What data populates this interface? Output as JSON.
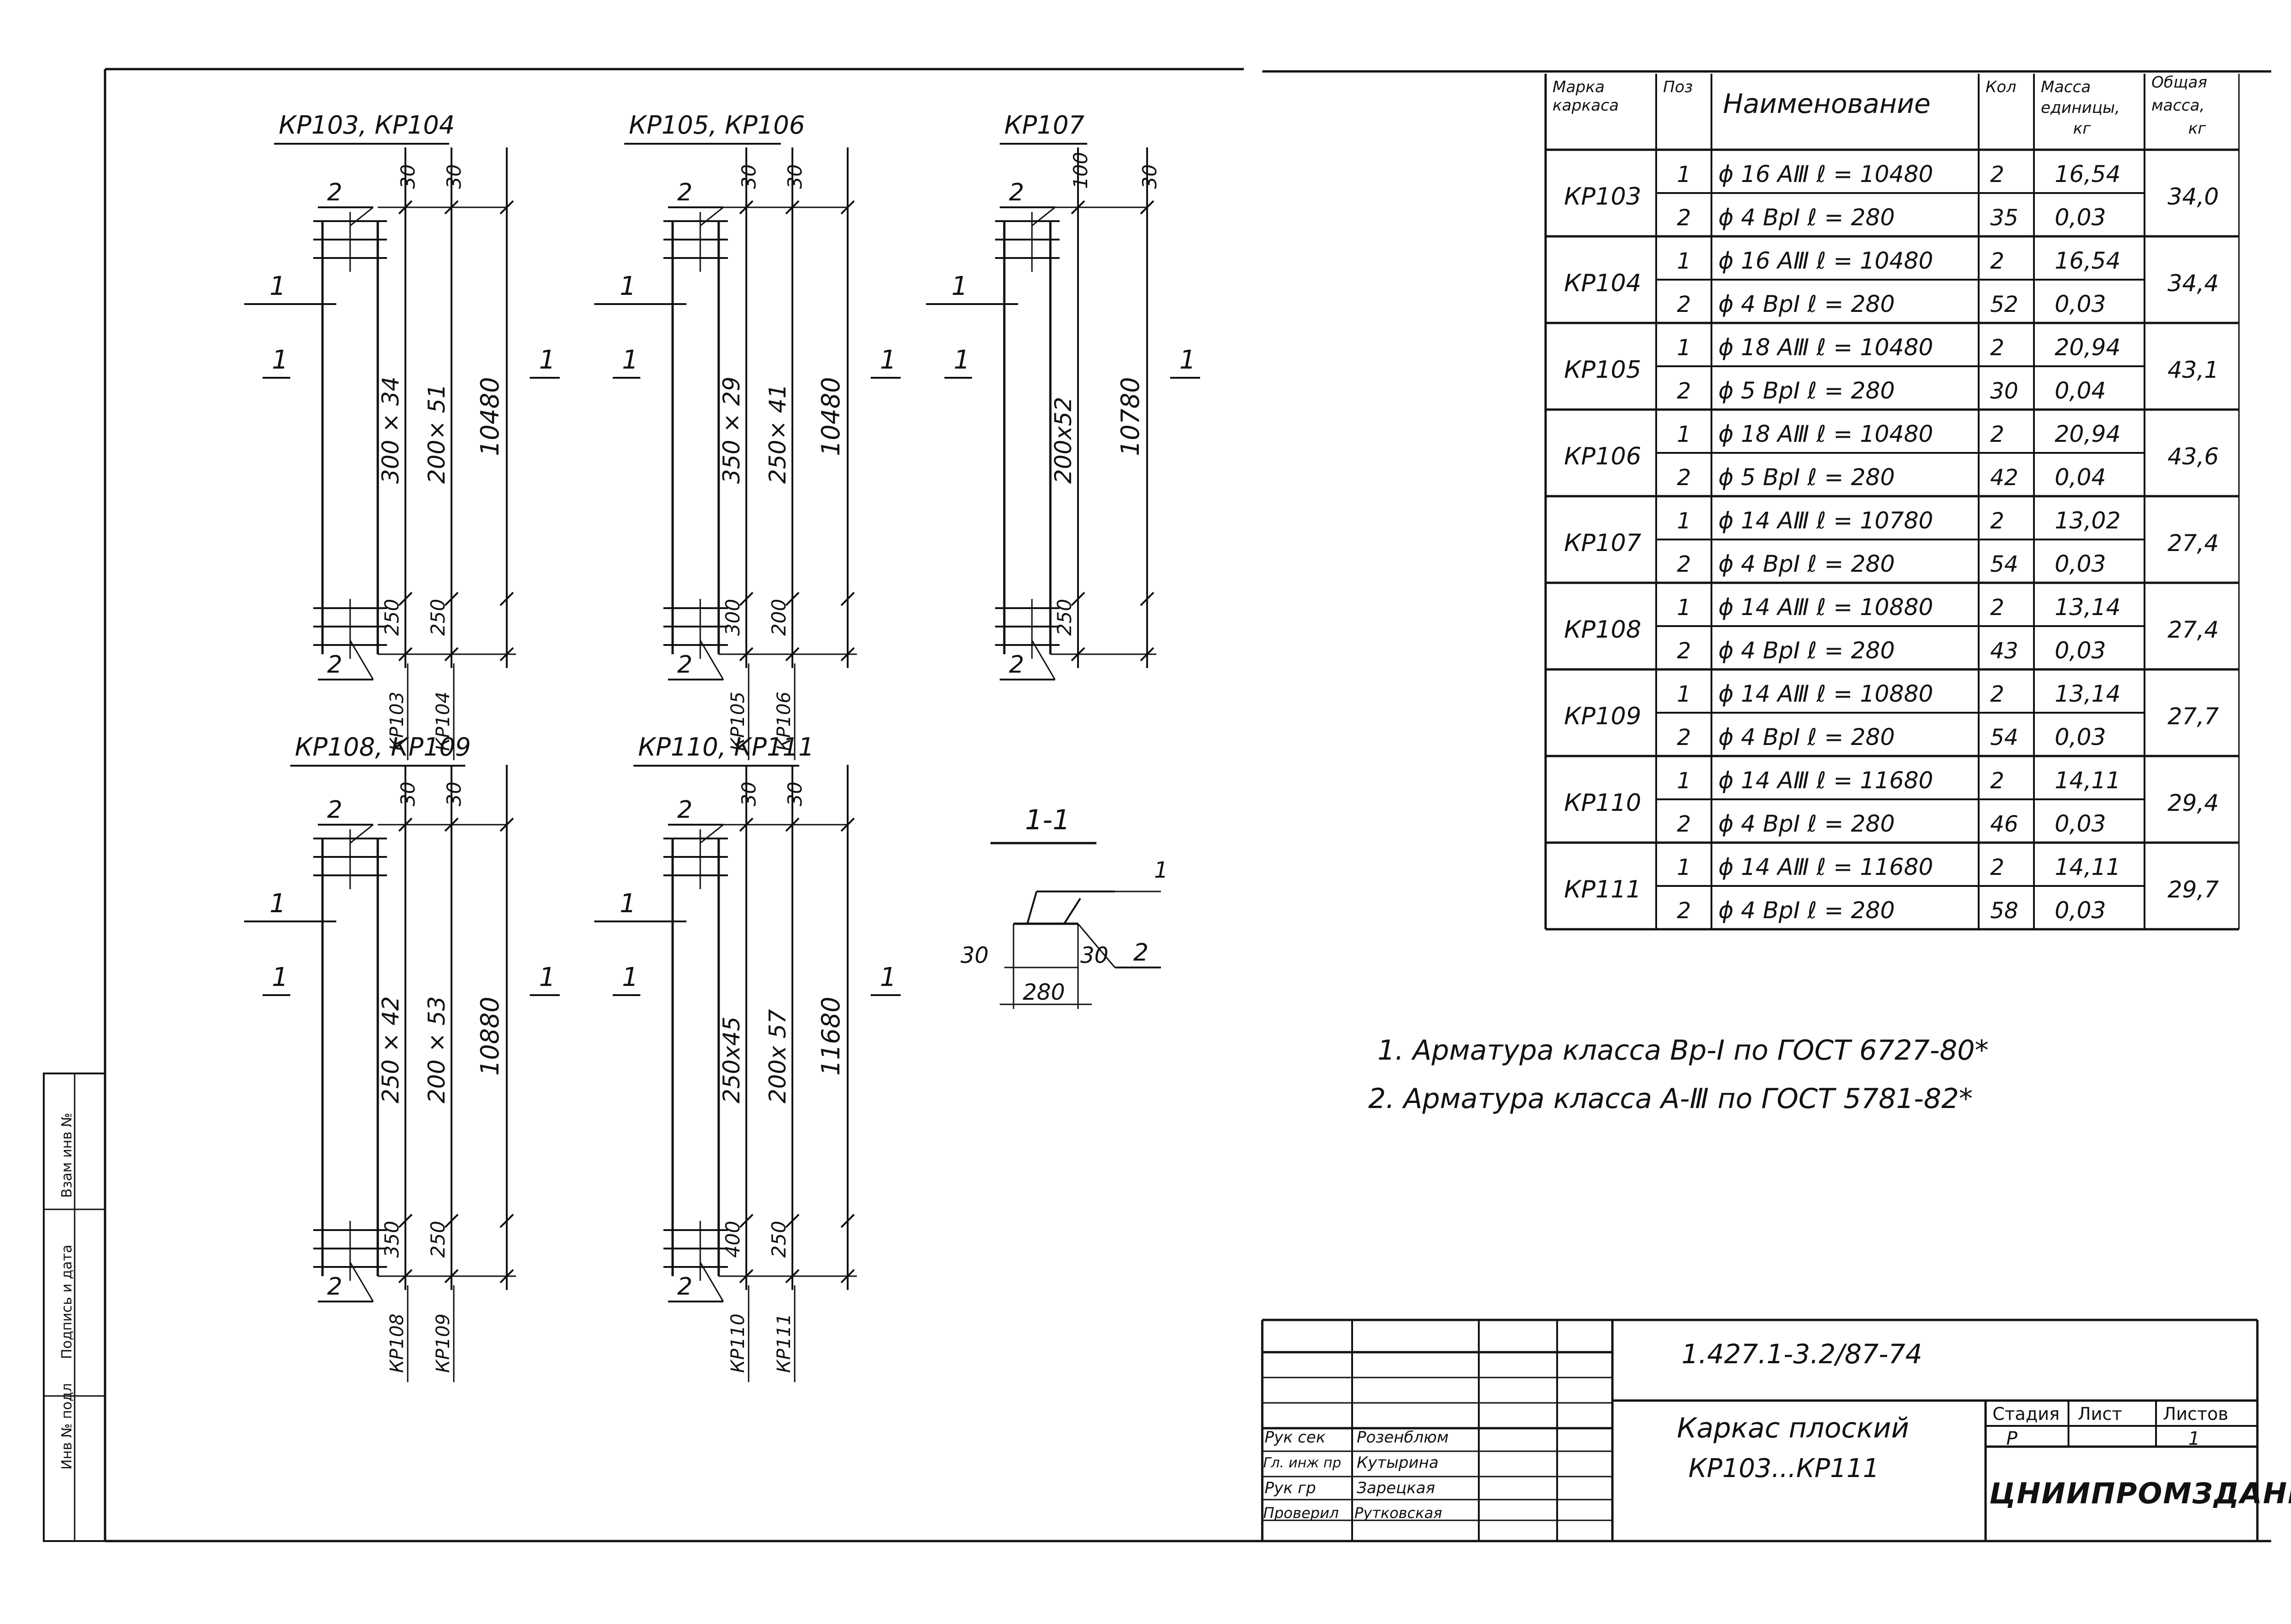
{
  "frame_labels": {
    "inv_podl": "Инв № подл",
    "podpis_data": "Подпись и дата",
    "vzam_inv": "Взам инв №"
  },
  "diagrams": [
    {
      "title": "КР103, КР104",
      "pos2_top": "2",
      "pos1": "1",
      "sec1_left": "1",
      "sec1_right": "1",
      "pos2_bot": "2",
      "dims_top": [
        "30",
        "30"
      ],
      "dim_a": "300 × 34",
      "dim_b": "200× 51",
      "dim_total": "10480",
      "dim_a_end": "250",
      "dim_b_end": "250",
      "marks": [
        "КР103",
        "КР104"
      ]
    },
    {
      "title": "КР105, КР106",
      "pos2_top": "2",
      "pos1": "1",
      "sec1_left": "1",
      "sec1_right": "1",
      "pos2_bot": "2",
      "dims_top": [
        "30",
        "30"
      ],
      "dim_a": "350 × 29",
      "dim_b": "250× 41",
      "dim_total": "10480",
      "dim_a_end": "300",
      "dim_b_end": "200",
      "marks": [
        "КР105",
        "КР106"
      ]
    },
    {
      "title": "КР107",
      "pos2_top": "2",
      "pos1": "1",
      "sec1_left": "1",
      "sec1_right": "1",
      "pos2_bot": "2",
      "dims_top": [
        "100",
        "30"
      ],
      "dim_a": "200х52",
      "dim_total": "10780",
      "dim_a_end": "250"
    },
    {
      "title": "КР108, КР109",
      "pos2_top": "2",
      "pos1": "1",
      "sec1_left": "1",
      "sec1_right": "1",
      "pos2_bot": "2",
      "dims_top": [
        "30",
        "30"
      ],
      "dim_a": "250 × 42",
      "dim_b": "200 × 53",
      "dim_total": "10880",
      "dim_a_end": "350",
      "dim_b_end": "250",
      "marks": [
        "КР108",
        "КР109"
      ]
    },
    {
      "title": "КР110, КР111",
      "pos2_top": "2",
      "pos1": "1",
      "sec1_left": "1",
      "sec1_right": "1",
      "pos2_bot": "2",
      "dims_top": [
        "30",
        "30"
      ],
      "dim_a": "250х45",
      "dim_b": "200х 57",
      "dim_total": "11680",
      "dim_a_end": "400",
      "dim_b_end": "250",
      "marks": [
        "КР110",
        "КР111"
      ]
    }
  ],
  "section": {
    "title": "1-1",
    "pos1": "1",
    "pos2": "2",
    "dim_left": "30",
    "dim_right": "30",
    "dim_width": "280"
  },
  "spec_table": {
    "headers": {
      "mark": "Марка каркаса",
      "pos": "Поз",
      "name": "Наименование",
      "qty": "Кол",
      "unit_mass": "Масса единицы, кг",
      "total_mass": "Общая масса, кг"
    },
    "groups": [
      {
        "mark": "КР103",
        "total": "34,0",
        "rows": [
          {
            "pos": "1",
            "name": "ϕ 16 АⅢ  ℓ = 10480",
            "qty": "2",
            "mass": "16,54"
          },
          {
            "pos": "2",
            "name": "ϕ 4 ВрⅠ  ℓ = 280",
            "qty": "35",
            "mass": "0,03"
          }
        ]
      },
      {
        "mark": "КР104",
        "total": "34,4",
        "rows": [
          {
            "pos": "1",
            "name": "ϕ 16 АⅢ  ℓ = 10480",
            "qty": "2",
            "mass": "16,54"
          },
          {
            "pos": "2",
            "name": "ϕ 4 ВрⅠ  ℓ = 280",
            "qty": "52",
            "mass": "0,03"
          }
        ]
      },
      {
        "mark": "КР105",
        "total": "43,1",
        "rows": [
          {
            "pos": "1",
            "name": "ϕ 18 АⅢ  ℓ = 10480",
            "qty": "2",
            "mass": "20,94"
          },
          {
            "pos": "2",
            "name": "ϕ 5 ВрⅠ  ℓ = 280",
            "qty": "30",
            "mass": "0,04"
          }
        ]
      },
      {
        "mark": "КР106",
        "total": "43,6",
        "rows": [
          {
            "pos": "1",
            "name": "ϕ 18 АⅢ  ℓ = 10480",
            "qty": "2",
            "mass": "20,94"
          },
          {
            "pos": "2",
            "name": "ϕ 5 ВрⅠ  ℓ = 280",
            "qty": "42",
            "mass": "0,04"
          }
        ]
      },
      {
        "mark": "КР107",
        "total": "27,4",
        "rows": [
          {
            "pos": "1",
            "name": "ϕ 14 АⅢ  ℓ = 10780",
            "qty": "2",
            "mass": "13,02"
          },
          {
            "pos": "2",
            "name": "ϕ 4 ВрⅠ  ℓ = 280",
            "qty": "54",
            "mass": "0,03"
          }
        ]
      },
      {
        "mark": "КР108",
        "total": "27,4",
        "rows": [
          {
            "pos": "1",
            "name": "ϕ 14 АⅢ  ℓ = 10880",
            "qty": "2",
            "mass": "13,14"
          },
          {
            "pos": "2",
            "name": "ϕ 4 ВрⅠ  ℓ = 280",
            "qty": "43",
            "mass": "0,03"
          }
        ]
      },
      {
        "mark": "КР109",
        "total": "27,7",
        "rows": [
          {
            "pos": "1",
            "name": "ϕ 14 АⅢ  ℓ = 10880",
            "qty": "2",
            "mass": "13,14"
          },
          {
            "pos": "2",
            "name": "ϕ 4 ВрⅠ  ℓ = 280",
            "qty": "54",
            "mass": "0,03"
          }
        ]
      },
      {
        "mark": "КР110",
        "total": "29,4",
        "rows": [
          {
            "pos": "1",
            "name": "ϕ 14 АⅢ  ℓ = 11680",
            "qty": "2",
            "mass": "14,11"
          },
          {
            "pos": "2",
            "name": "ϕ 4 ВрⅠ  ℓ = 280",
            "qty": "46",
            "mass": "0,03"
          }
        ]
      },
      {
        "mark": "КР111",
        "total": "29,7",
        "rows": [
          {
            "pos": "1",
            "name": "ϕ 14 АⅢ  ℓ = 11680",
            "qty": "2",
            "mass": "14,11"
          },
          {
            "pos": "2",
            "name": "ϕ 4 ВрⅠ  ℓ = 280",
            "qty": "58",
            "mass": "0,03"
          }
        ]
      }
    ]
  },
  "notes": [
    "1. Арматура класса Вр-Ⅰ  по ГОСТ 6727-80*",
    "2. Арматура класса  А-Ⅲ   по ГОСТ 5781-82*"
  ],
  "title_block": {
    "doc_code": "1.427.1-3.2/87-74",
    "title_line1": "Каркас плоский",
    "title_line2": "КР103...КР111",
    "stage_label": "Стадия",
    "sheet_label": "Лист",
    "sheets_label": "Листов",
    "stage": "Р",
    "sheet": "",
    "sheets": "1",
    "org": "ЦНИИПРОМЗДАНИЙ",
    "signers": [
      {
        "role": "Рук сек",
        "name": "Розенблюм"
      },
      {
        "role": "Гл. инж пр",
        "name": "Кутырина"
      },
      {
        "role": "Рук гр",
        "name": "Зарецкая"
      },
      {
        "role": "Проверил",
        "name": "Рутковская"
      }
    ]
  }
}
